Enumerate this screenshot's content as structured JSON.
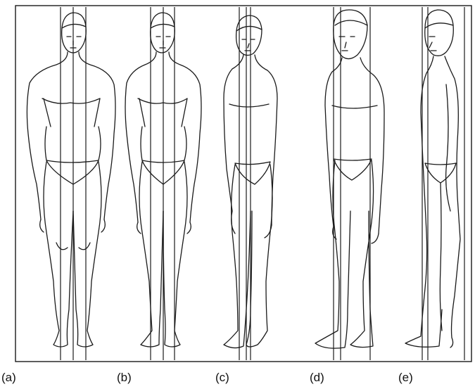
{
  "figure": {
    "panels": [
      {
        "label": "(a)",
        "view": "front-view-figure"
      },
      {
        "label": "(b)",
        "view": "slight-turn-figure"
      },
      {
        "label": "(c)",
        "view": "three-quarter-figure"
      },
      {
        "label": "(d)",
        "view": "near-profile-figure"
      },
      {
        "label": "(e)",
        "view": "profile-figure"
      }
    ]
  }
}
